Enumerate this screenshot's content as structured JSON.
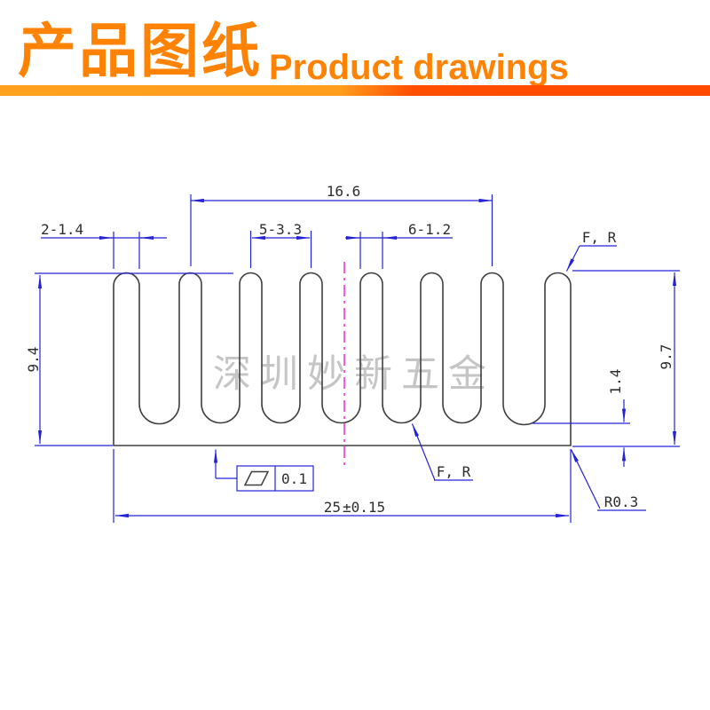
{
  "header": {
    "title_cn": "产品图纸",
    "title_en": "Product drawings"
  },
  "watermark": "深圳妙新五金",
  "dimensions": {
    "overall_span": "16.6",
    "end_fin_width": "2-1.4",
    "fin_pitch": "5-3.3",
    "mid_fin_width": "6-1.2",
    "height_left": "9.4",
    "height_right": "9.7",
    "base_thickness": "1.4",
    "total_width": "25",
    "total_width_tolerance": "±0.15",
    "corner_radius": "R0.3",
    "fillet_note_top": "F, R",
    "fillet_note_bottom": "F, R",
    "flatness_tolerance": "0.1"
  },
  "colors": {
    "accent_orange": "#ff8203",
    "bar_gradient_left": "#ffa01e",
    "bar_gradient_right": "#ff4e00",
    "dimension_blue": "#2323d6",
    "centerline_magenta": "#ff00cc",
    "profile_gray": "#3f3f3f",
    "watermark_gray": "#c5c5c5"
  }
}
